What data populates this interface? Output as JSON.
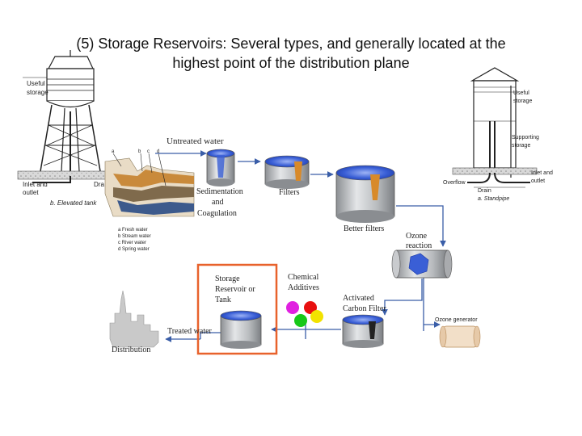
{
  "title": {
    "line1": "(5) Storage Reservoirs: Several types, and generally located at the",
    "line2": "highest point of the distribution plane"
  },
  "elevated_tank": {
    "useful_storage": [
      "Useful",
      "storage"
    ],
    "inlet_outlet": [
      "Inlet and",
      "outlet"
    ],
    "drain": "Dra",
    "caption": "b. Elevated tank",
    "layer_letters": [
      "a",
      "b",
      "c",
      "d"
    ]
  },
  "legend": {
    "items": [
      "a  Fresh water",
      "b  Stream water",
      "c  River water",
      "d  Spring water"
    ]
  },
  "standpipe": {
    "useful_storage": [
      "Useful",
      "storage"
    ],
    "supporting_storage": [
      "Supporting",
      "storage"
    ],
    "overflow": "Overflow",
    "drain": "Drain",
    "inlet_outlet": [
      "Inlet and",
      "outlet"
    ],
    "caption": "a. Standpipe"
  },
  "process": {
    "untreated_water": "Untreated water",
    "sedimentation": [
      "Sedimentation",
      "and",
      "Coagulation"
    ],
    "filters": "Filters",
    "better_filters": "Better filters",
    "ozone_reaction": [
      "Ozone",
      "reaction"
    ],
    "storage_reservoir": [
      "Storage",
      "Reservoir or",
      "Tank"
    ],
    "chemical_additives": [
      "Chemical",
      "Additives"
    ],
    "activated_carbon": [
      "Activated",
      "Carbon Filter"
    ],
    "ozone_generator": "Ozone generator",
    "treated_water": "Treated water",
    "distribution": "Distribution"
  },
  "colors": {
    "highlight_box": "#e8622c",
    "flow_arrow": "#3a5ea8",
    "water": "#2f52c9",
    "tank_metal": "#b7b9bc"
  }
}
